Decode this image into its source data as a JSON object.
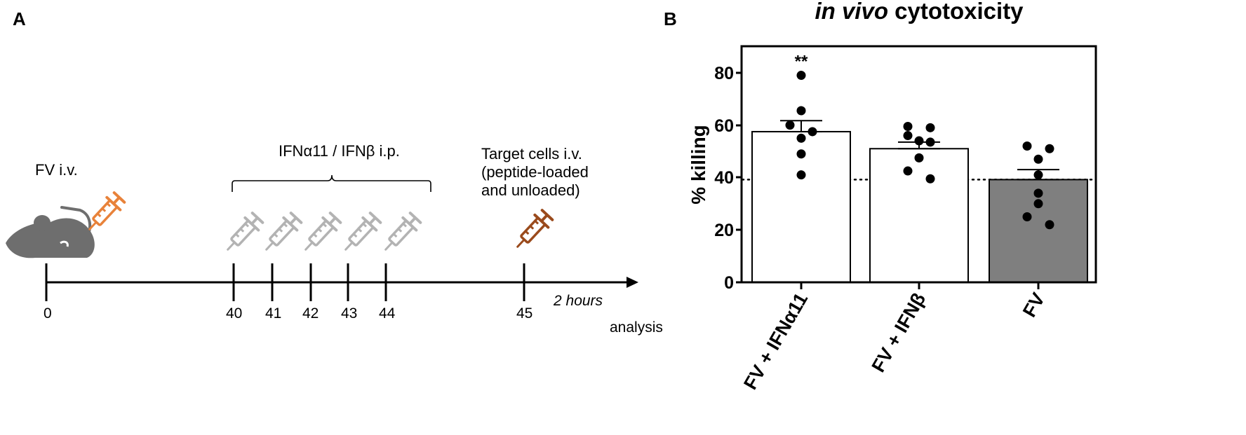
{
  "panel_a": {
    "letter": "A",
    "fv_label": "FV i.v.",
    "treatment_label": "IFNα11 / IFNβ i.p.",
    "target_label_lines": [
      "Target cells i.v.",
      "(peptide-loaded",
      "and unloaded)"
    ],
    "timepoints": [
      "0",
      "40",
      "41",
      "42",
      "43",
      "44",
      "45"
    ],
    "hours_label": "2 hours",
    "analysis_label": "analysis",
    "colors": {
      "fv_syringe": "#e8823a",
      "ifn_syringe": "#b3b3b3",
      "target_syringe": "#9a4a1c",
      "mouse": "#6e6e6e"
    },
    "icons": [
      "mouse-icon",
      "syringe-icon"
    ]
  },
  "panel_b": {
    "letter": "B",
    "title_italic": "in vivo",
    "title_rest": " cytotoxicity",
    "ylabel": "% killing",
    "yticks": [
      "0",
      "20",
      "40",
      "60",
      "80"
    ],
    "significance": "**"
  },
  "chart_data": {
    "type": "bar",
    "title": "in vivo cytotoxicity",
    "xlabel": "",
    "ylabel": "% killing",
    "ylim": [
      0,
      90
    ],
    "categories": [
      "FV + IFNα11",
      "FV + IFNβ",
      "FV"
    ],
    "values": [
      57.5,
      51,
      39.2
    ],
    "sem": [
      4.2,
      2.5,
      3.8
    ],
    "bar_colors": [
      "#ffffff",
      "#ffffff",
      "#7f7f7f"
    ],
    "points": [
      [
        79,
        65.5,
        60,
        57.5,
        55,
        49,
        41
      ],
      [
        59.5,
        59,
        56,
        54,
        53.5,
        47.5,
        42.5,
        39.5
      ],
      [
        52,
        51,
        47,
        41,
        34,
        30,
        25,
        22
      ]
    ],
    "reference_line": 39.2,
    "annotations": [
      {
        "category": "FV + IFNα11",
        "text": "**"
      }
    ],
    "grid": false,
    "legend": "none"
  }
}
